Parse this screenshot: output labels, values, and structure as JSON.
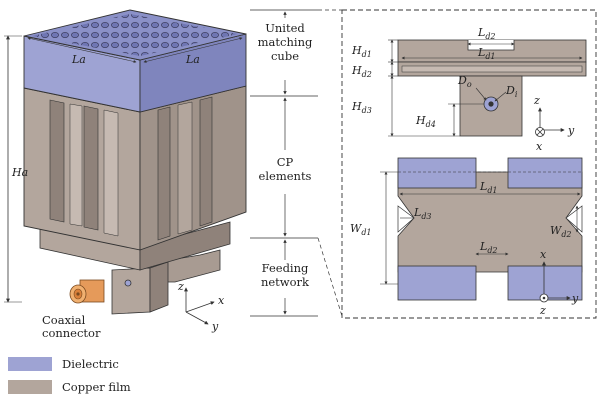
{
  "colors": {
    "dielectric": "#9ea3d3",
    "dielectric_dark": "#7f85bd",
    "copper": "#b3a69d",
    "copper_dark": "#8f827a",
    "copper_light": "#c6bab2",
    "connector": "#e59a5a",
    "line": "#333333"
  },
  "sections": {
    "matching_cube": "United\nmatching\ncube",
    "cp_elements": "CP\nelements",
    "feeding_network": "Feeding\nnetwork"
  },
  "dims_3d": {
    "ha": "Ha",
    "la_left": "La",
    "la_right": "La"
  },
  "connector_label": "Coaxial\nconnector",
  "axes_3d": {
    "z": "z",
    "x": "x",
    "y": "y"
  },
  "detail_top": {
    "hd1": "Hd1",
    "hd2": "Hd2",
    "hd3": "Hd3",
    "hd4": "Hd4",
    "ld1": "Ld1",
    "ld2": "Ld2",
    "do": "Do",
    "di": "Di",
    "axes": {
      "z": "z",
      "y": "y",
      "x": "x"
    }
  },
  "detail_bottom": {
    "wd1": "Wd1",
    "wd2": "Wd2",
    "ld1": "Ld1",
    "ld2": "Ld2",
    "ld3": "Ld3",
    "axes": {
      "x": "x",
      "y": "y",
      "z": "z"
    }
  },
  "legend": [
    {
      "label": "Dielectric",
      "swatch": "dielectric"
    },
    {
      "label": "Copper film",
      "swatch": "copper"
    }
  ]
}
